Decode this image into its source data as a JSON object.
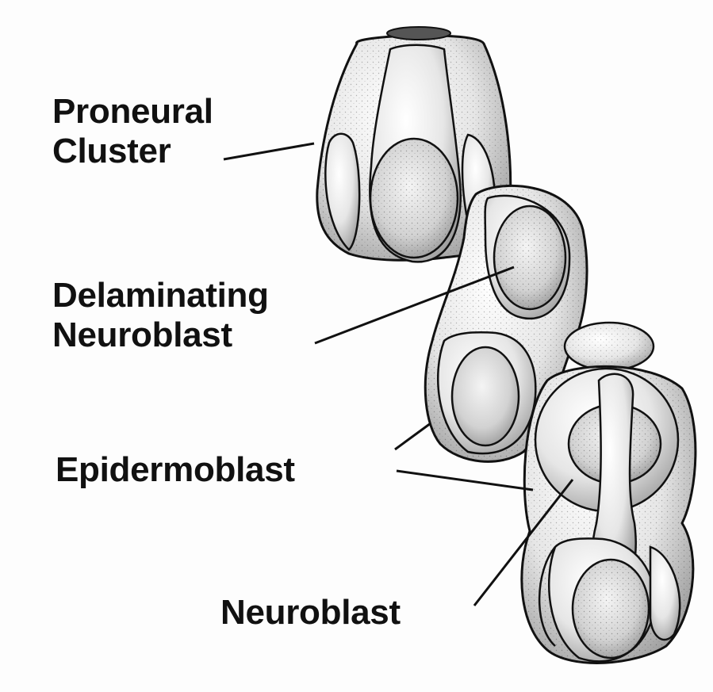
{
  "labels": {
    "proneural_cluster": {
      "line1": "Proneural",
      "line2": "Cluster"
    },
    "delaminating_neuroblast": {
      "line1": "Delaminating",
      "line2": "Neuroblast"
    },
    "epidermoblast": "Epidermoblast",
    "neuroblast": "Neuroblast"
  },
  "colors": {
    "background": "#fdfdfd",
    "ink": "#111111",
    "cell_fill": "#e9e9e9",
    "nucleus_fill": "#d4d4d4"
  }
}
